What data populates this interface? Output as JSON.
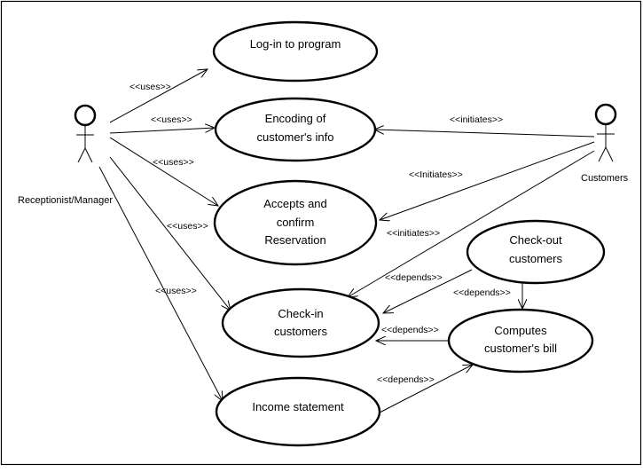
{
  "actors": {
    "receptionist": "Receptionist/Manager",
    "customers": "Customers"
  },
  "use_cases": {
    "login": [
      "Log-in to program"
    ],
    "encoding": [
      "Encoding of",
      "customer's info"
    ],
    "reservation": [
      "Accepts and",
      "confirm",
      "Reservation"
    ],
    "checkin": [
      "Check-in",
      "customers"
    ],
    "income": [
      "Income statement"
    ],
    "checkout": [
      "Check-out",
      "customers"
    ],
    "bill": [
      "Computes",
      "customer's bill"
    ]
  },
  "relations": {
    "uses": "<<uses>>",
    "initiates": "<<initiates>>",
    "initiates_cap": "<<Initiates>>",
    "depends": "<<depends>>"
  }
}
